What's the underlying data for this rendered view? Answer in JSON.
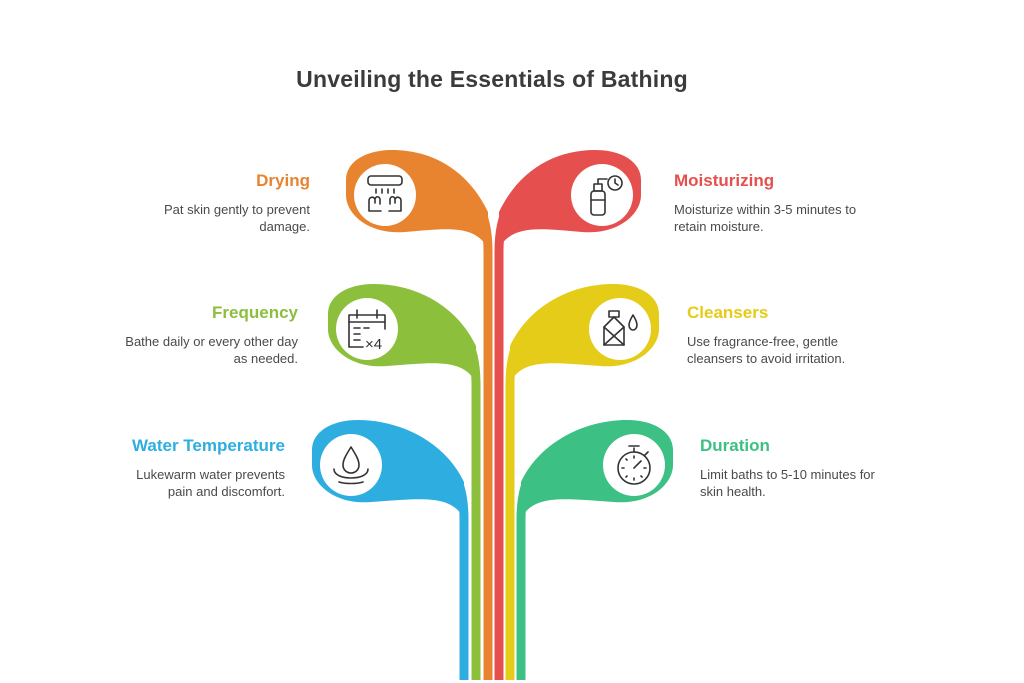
{
  "title": "Unveiling the Essentials of Bathing",
  "items": [
    {
      "key": "drying",
      "heading": "Drying",
      "description": "Pat skin gently to prevent damage.",
      "color": "#e8842f",
      "icon": "hand-dryer-icon"
    },
    {
      "key": "moisturizing",
      "heading": "Moisturizing",
      "description": "Moisturize within 3-5 minutes to retain moisture.",
      "color": "#e5504e",
      "icon": "lotion-bottle-timer-icon"
    },
    {
      "key": "frequency",
      "heading": "Frequency",
      "description": "Bathe daily or every other day as needed.",
      "color": "#8bbf3c",
      "icon": "calendar-times-four-icon",
      "icon_text": "×4"
    },
    {
      "key": "cleansers",
      "heading": "Cleansers",
      "description": "Use fragrance-free, gentle cleansers to avoid irritation.",
      "color": "#e4cc19",
      "icon": "cleanser-bottle-drop-icon"
    },
    {
      "key": "water-temperature",
      "heading": "Water Temperature",
      "description": "Lukewarm water prevents pain and discomfort.",
      "color": "#2eaee0",
      "icon": "water-drop-icon"
    },
    {
      "key": "duration",
      "heading": "Duration",
      "description": "Limit baths to 5-10 minutes for skin health.",
      "color": "#3cc083",
      "icon": "stopwatch-icon"
    }
  ]
}
